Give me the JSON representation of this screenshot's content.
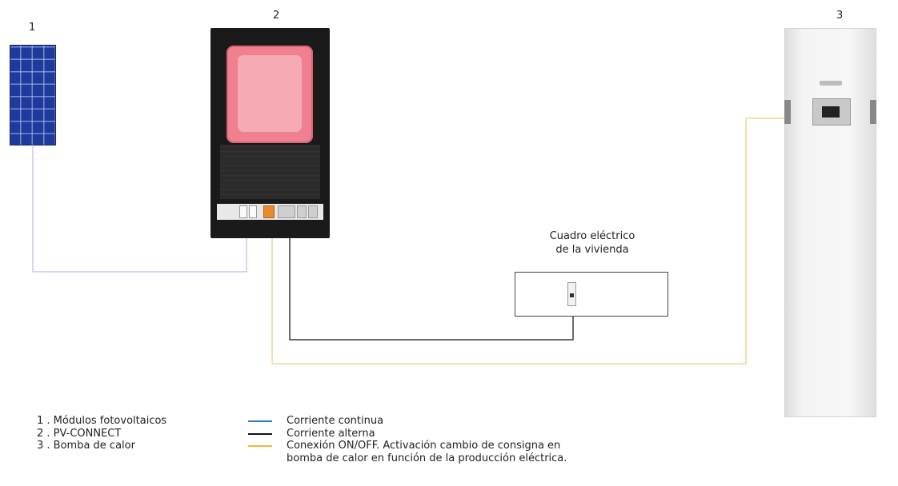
{
  "numbers": {
    "solar": "1",
    "inverter": "2",
    "heat_pump": "3"
  },
  "panel": {
    "title_line1": "Cuadro eléctrico",
    "title_line2": "de la vivienda"
  },
  "legend_items": [
    "1 . Módulos fotovoltaicos",
    "2 . PV-CONNECT",
    "3 . Bomba de calor"
  ],
  "line_legend": {
    "dc": {
      "label": "Corriente continua",
      "color": "#2f79b9"
    },
    "ac": {
      "label": "Corriente alterna",
      "color": "#111111"
    },
    "onoff": {
      "label_line1": "Conexión ON/OFF. Activación cambio de consigna en",
      "label_line2": "bomba de calor en función de la producción eléctrica.",
      "color": "#f6b83c"
    }
  },
  "wire_colors": {
    "dc_wire": "#c7c8ee",
    "ac_wire": "#3a3a3a",
    "onoff_wire": "#f8d48f"
  }
}
